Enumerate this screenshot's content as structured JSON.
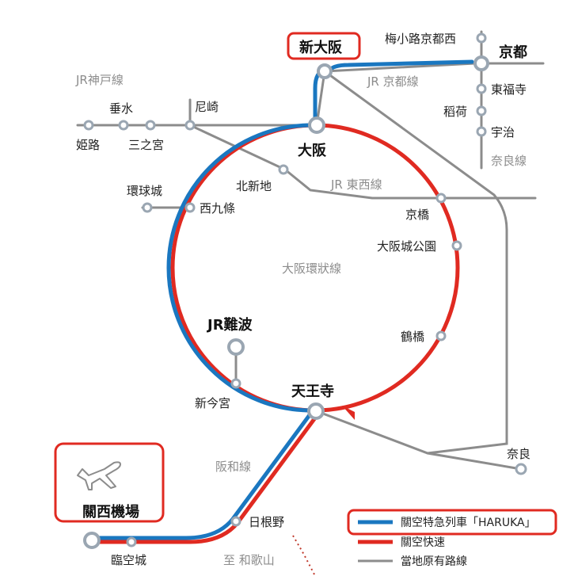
{
  "stations": {
    "shin_osaka": "新大阪",
    "umekoji": "梅小路京都西",
    "kyoto": "京都",
    "tofukuji": "東福寺",
    "inari": "稻荷",
    "uji": "宇治",
    "himeji": "姫路",
    "tarumi": "垂水",
    "sannomiya": "三之宮",
    "amagasaki": "尼崎",
    "osaka": "大阪",
    "kitashinchi": "北新地",
    "kyocera": "環球城",
    "nishikujo": "西九條",
    "kyobashi": "京橋",
    "osakajokoen": "大阪城公園",
    "jr_namba": "JR難波",
    "tsuruhashi": "鶴橋",
    "shinimamiya": "新今宮",
    "tennoji": "天王寺",
    "nara": "奈良",
    "hineno": "日根野",
    "rinku": "臨空城",
    "kansai_airport": "關西機場"
  },
  "lines": {
    "kobe": "JR神戸線",
    "kyoto": "JR 京都線",
    "nara": "奈良線",
    "tozai": "JR 東西線",
    "loop": "大阪環狀線",
    "hanwa": "阪和線",
    "wakayama": "至 和歌山"
  },
  "legend": {
    "haruka": "關空特急列車「HARUKA」",
    "rapid": "關空快速",
    "local": "當地原有路線"
  },
  "colors": {
    "haruka": "#1a77c0",
    "rapid": "#e02a21",
    "local": "#8c8c8c",
    "station_fill": "#ffffff",
    "station_stroke": "#9aa6b2",
    "highlight_box": "#e02a21"
  },
  "icons": {
    "airport": "airplane-icon"
  }
}
